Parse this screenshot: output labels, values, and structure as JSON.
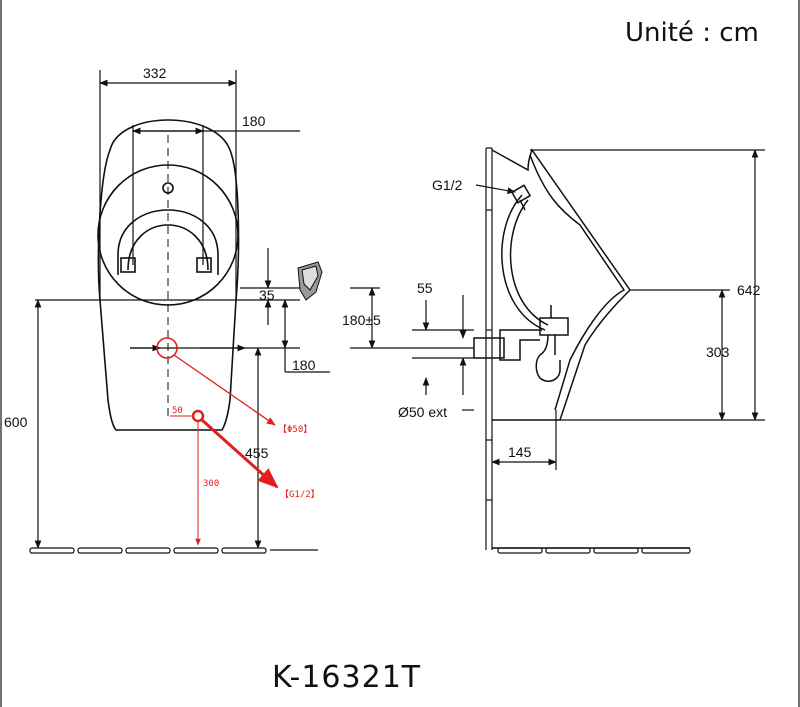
{
  "unit_label": "Unité : cm",
  "model": "K-16321T",
  "front_view": {
    "dims": {
      "width_top": "332",
      "inner_width": "180",
      "height_total": "600",
      "offset_35": "35",
      "supply_offset": "180",
      "drain_height": "455",
      "inlet_height": "300",
      "inlet_offset": "50"
    },
    "callouts": {
      "drain": "【Φ50】",
      "inlet": "【G1/2】"
    }
  },
  "side_view": {
    "dims": {
      "thread": "G1/2",
      "valve_height": "180±5",
      "pipe_gap": "55",
      "drain_ext": "Ø50 ext",
      "depth": "145",
      "height_total": "642",
      "rim_height": "303"
    }
  },
  "colors": {
    "line": "#111111",
    "annotation": "#e0201c",
    "frame": "#444444"
  }
}
